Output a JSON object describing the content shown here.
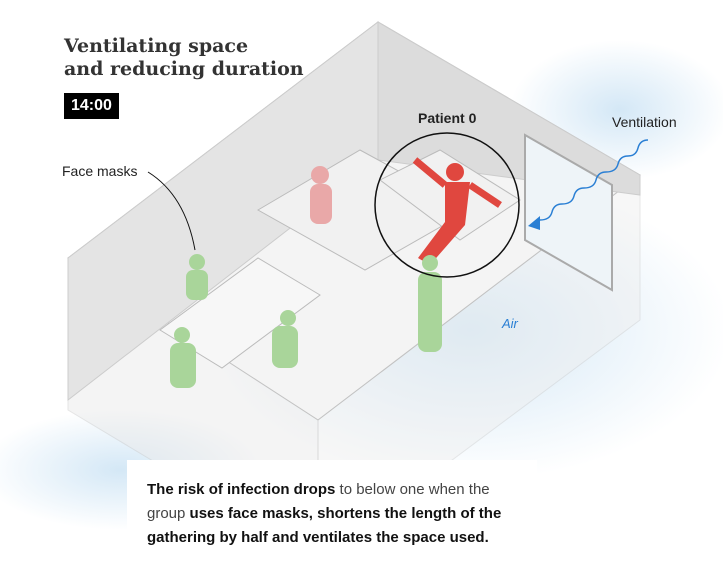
{
  "title_line1": "Ventilating space",
  "title_line2": "and reducing duration",
  "time": "14:00",
  "labels": {
    "patient": "Patient 0",
    "ventilation": "Ventilation",
    "face_masks": "Face masks",
    "air": "Air"
  },
  "caption": {
    "part1_bold": "The risk of infection drops",
    "part2": " to below one when the group ",
    "part3_bold": "uses face masks, shortens the length of the gathering by half and ventilates the space used."
  },
  "colors": {
    "patient": "#e0473f",
    "healthy": "#a9d59a",
    "exposed": "#e9a8a8",
    "air": "#cfe5f5",
    "ventilation": "#2a7fd4"
  }
}
